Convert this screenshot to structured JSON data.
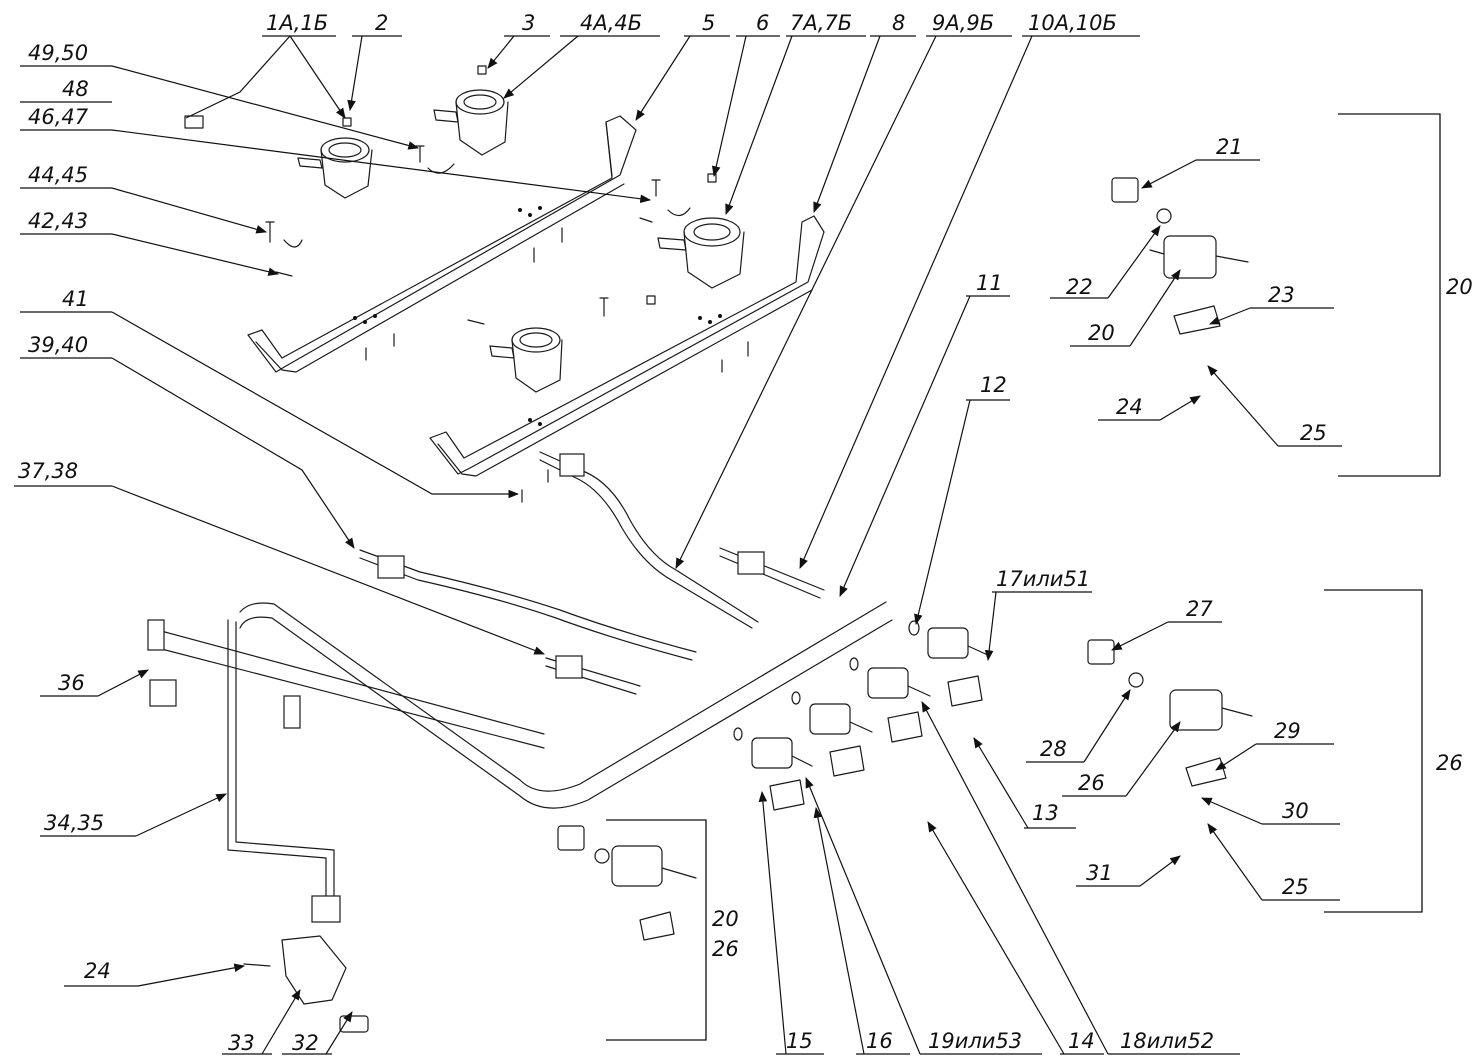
{
  "labels": {
    "l1": "1А,1Б",
    "l2": "2",
    "l3": "3",
    "l4": "4А,4Б",
    "l5": "5",
    "l6": "6",
    "l7": "7А,7Б",
    "l8": "8",
    "l9": "9А,9Б",
    "l10": "10А,10Б",
    "l49": "49,50",
    "l48": "48",
    "l46": "46,47",
    "l44": "44,45",
    "l42": "42,43",
    "l41": "41",
    "l39": "39,40",
    "l37": "37,38",
    "l36": "36",
    "l34": "34,35",
    "l24a": "24",
    "l33": "33",
    "l32": "32",
    "l11": "11",
    "l12": "12",
    "l17": "17или51",
    "l13": "13",
    "l21": "21",
    "l22": "22",
    "l20a": "20",
    "l23": "23",
    "l24b": "24",
    "l25a": "25",
    "l20b": "20",
    "l27": "27",
    "l28": "28",
    "l26a": "26",
    "l29": "29",
    "l30": "30",
    "l31": "31",
    "l25b": "25",
    "l26b": "26",
    "l20c": "20",
    "l26c": "26",
    "l15": "15",
    "l16": "16",
    "l19": "19или53",
    "l14": "14",
    "l18": "18или52"
  }
}
